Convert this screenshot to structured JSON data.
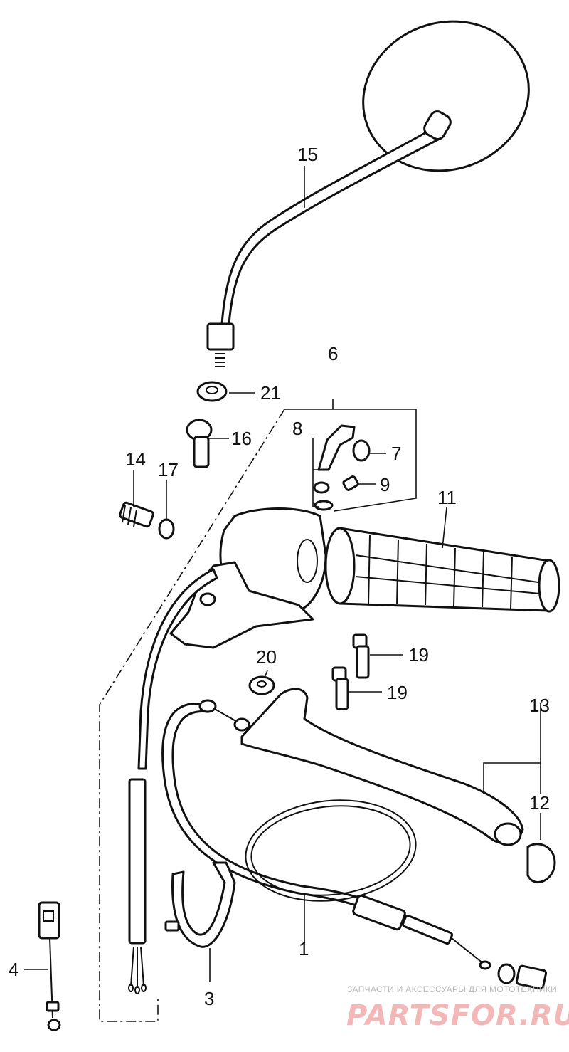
{
  "callouts": {
    "c1": "1",
    "c3": "3",
    "c4": "4",
    "c6": "6",
    "c7": "7",
    "c8": "8",
    "c9": "9",
    "c11": "11",
    "c12": "12",
    "c13": "13",
    "c14": "14",
    "c15": "15",
    "c16": "16",
    "c17": "17",
    "c19a": "19",
    "c19b": "19",
    "c20": "20",
    "c21": "21"
  },
  "watermark": {
    "tagline": "ЗАПЧАСТИ И АКСЕССУАРЫ ДЛЯ МОТОТЕХНИКИ",
    "logo": "PARTSFOR.RU"
  },
  "colors": {
    "ink": "#111111",
    "watermark_logo": "#f3b7b7",
    "watermark_text": "#b9b9b9"
  }
}
